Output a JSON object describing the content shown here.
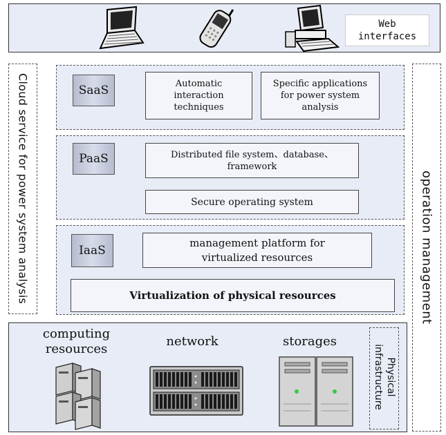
{
  "top": {
    "web_interfaces": "Web\ninterfaces",
    "device_icons": [
      "laptop-icon",
      "mobile-phone-icon",
      "desktop-computer-icon"
    ]
  },
  "left_label": "Cloud service for power system analysis",
  "right_label": "operation management",
  "saas": {
    "tag": "SaaS",
    "box1": "Automatic\ninteraction\ntechniques",
    "box2": "Specific applications\nfor power system\nanalysis"
  },
  "paas": {
    "tag": "PaaS",
    "box1": "Distributed file system、database、\nframework",
    "box2": "Secure operating system"
  },
  "iaas": {
    "tag": "IaaS",
    "box1": "management platform for\nvirtualized resources",
    "box2": "Virtualization of physical resources"
  },
  "physical": {
    "computing": "computing\nresources",
    "network": "network",
    "storages": "storages",
    "infra_label": "Physical\ninfrastructure"
  },
  "colors": {
    "band_fill": "#e8ecf6",
    "tag_fill": "#c3c9da"
  }
}
